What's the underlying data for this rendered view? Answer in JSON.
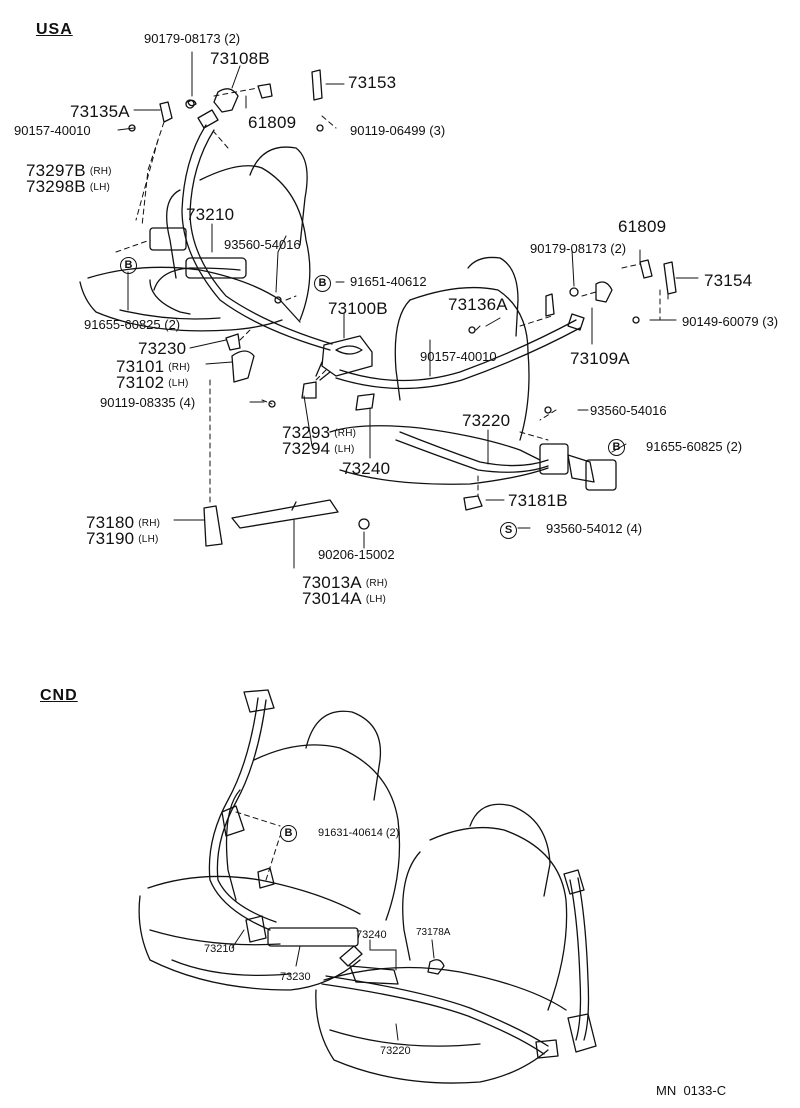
{
  "sections": {
    "usa": "USA",
    "cnd": "CND"
  },
  "footer": {
    "code": "MN  0133-C"
  },
  "usa_labels": {
    "p90179_a": "90179-08173 (2)",
    "p73108B": "73108B",
    "p73153": "73153",
    "p73135A": "73135A",
    "p61809_a": "61809",
    "p90157_a": "90157-40010",
    "p90119_a": "90119-06499 (3)",
    "p73297B": "73297B",
    "p73298B": "73298B",
    "rh": "(RH)",
    "lh": "(LH)",
    "p73210": "73210",
    "p93560_54016_a": "93560-54016",
    "p61809_b": "61809",
    "p90179_b": "90179-08173 (2)",
    "p73154": "73154",
    "circle_b": "B",
    "circle_s": "S",
    "p91651": "91651-40612",
    "p73100B": "73100B",
    "p73136A": "73136A",
    "p91655_a": "91655-60825 (2)",
    "p90149": "90149-60079 (3)",
    "p73230": "73230",
    "p90157_b": "90157-40010",
    "p73109A": "73109A",
    "p73101": "73101",
    "p73102": "73102",
    "p90119_b": "90119-08335 (4)",
    "p93560_54016_b": "93560-54016",
    "p73293": "73293",
    "p73294": "73294",
    "p73220": "73220",
    "p91655_b": "91655-60825 (2)",
    "p73240": "73240",
    "p73181B": "73181B",
    "p73180": "73180",
    "p73190": "73190",
    "p93560_54012": "93560-54012 (4)",
    "p90206": "90206-15002",
    "p73013A": "73013A",
    "p73014A": "73014A"
  },
  "cnd_labels": {
    "p91631": "91631-40614 (2)",
    "p73240": "73240",
    "p73178A": "73178A",
    "p73210": "73210",
    "p73230": "73230",
    "p73220": "73220"
  }
}
